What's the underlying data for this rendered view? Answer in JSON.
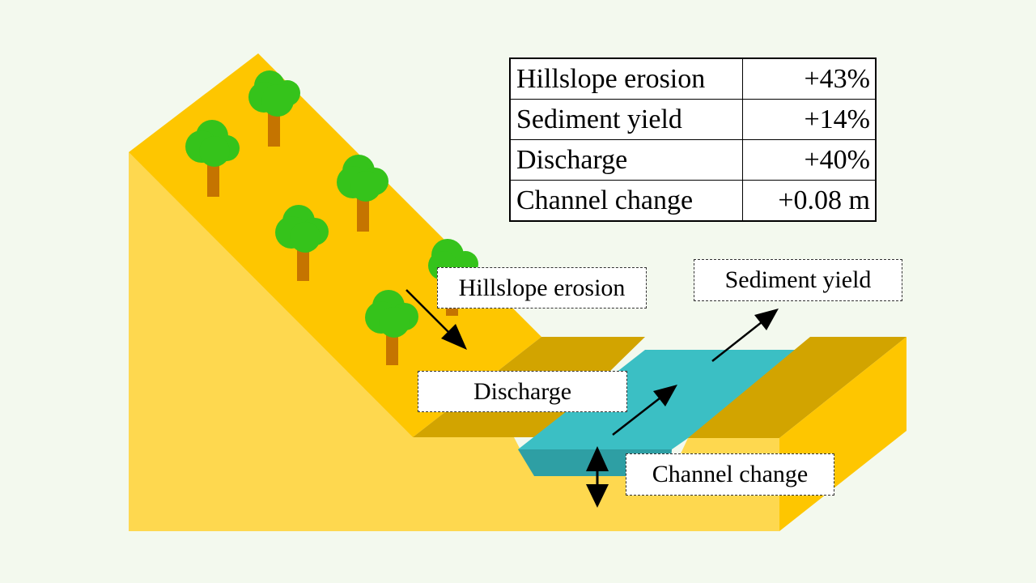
{
  "table": {
    "rows": [
      {
        "label": "Hillslope erosion",
        "value": "+43%"
      },
      {
        "label": "Sediment yield",
        "value": "+14%"
      },
      {
        "label": "Discharge",
        "value": "+40%"
      },
      {
        "label": "Channel change",
        "value": "+0.08 m"
      }
    ]
  },
  "labels": {
    "hillslope": "Hillslope erosion",
    "sediment": "Sediment yield",
    "discharge": "Discharge",
    "channel": "Channel change"
  },
  "colors": {
    "background": "#f3f9ee",
    "slope_top": "#fec600",
    "slope_front": "#fed84f",
    "bank_top": "#d2a400",
    "water_surface": "#3bbfc4",
    "water_side": "#2e9fa4",
    "tree_crown": "#35c31b",
    "tree_trunk": "#c57400"
  }
}
